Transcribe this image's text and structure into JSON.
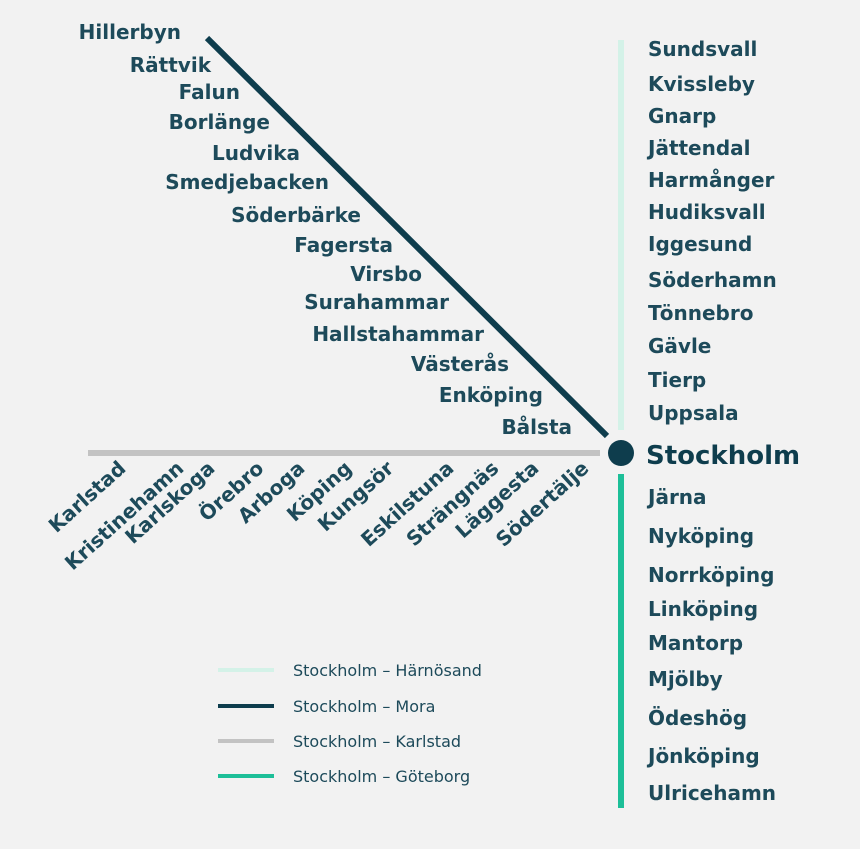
{
  "colors": {
    "background": "#f2f2f2",
    "text": "#1d4a5a",
    "hub_dot": "#0e3d4d",
    "harnosand": "#d4f2e8",
    "mora": "#0e3d4d",
    "karlstad": "#c3c3c3",
    "goteborg": "#1dbf98"
  },
  "hub": {
    "name": "Stockholm"
  },
  "lines": {
    "harnosand": {
      "name": "Stockholm – Härnösand",
      "stations": [
        "Sundsvall",
        "Kvissleby",
        "Gnarp",
        "Jättendal",
        "Harmånger",
        "Hudiksvall",
        "Iggesund",
        "Söderhamn",
        "Tönnebro",
        "Gävle",
        "Tierp",
        "Uppsala"
      ]
    },
    "mora": {
      "name": "Stockholm – Mora",
      "stations": [
        "Hillerbyn",
        "Rättvik",
        "Falun",
        "Borlänge",
        "Ludvika",
        "Smedjebacken",
        "Söderbärke",
        "Fagersta",
        "Virsbo",
        "Surahammar",
        "Hallstahammar",
        "Västerås",
        "Enköping",
        "Bålsta"
      ]
    },
    "karlstad": {
      "name": "Stockholm – Karlstad",
      "stations": [
        "Karlstad",
        "Kristinehamn",
        "Karlskoga",
        "Örebro",
        "Arboga",
        "Köping",
        "Kungsör",
        "Eskilstuna",
        "Strängnäs",
        "Läggesta",
        "Södertälje"
      ]
    },
    "goteborg": {
      "name": "Stockholm – Göteborg",
      "stations": [
        "Järna",
        "Nyköping",
        "Norrköping",
        "Linköping",
        "Mantorp",
        "Mjölby",
        "Ödeshög",
        "Jönköping",
        "Ulricehamn"
      ]
    }
  },
  "legend": [
    "harnosand",
    "mora",
    "karlstad",
    "goteborg"
  ]
}
